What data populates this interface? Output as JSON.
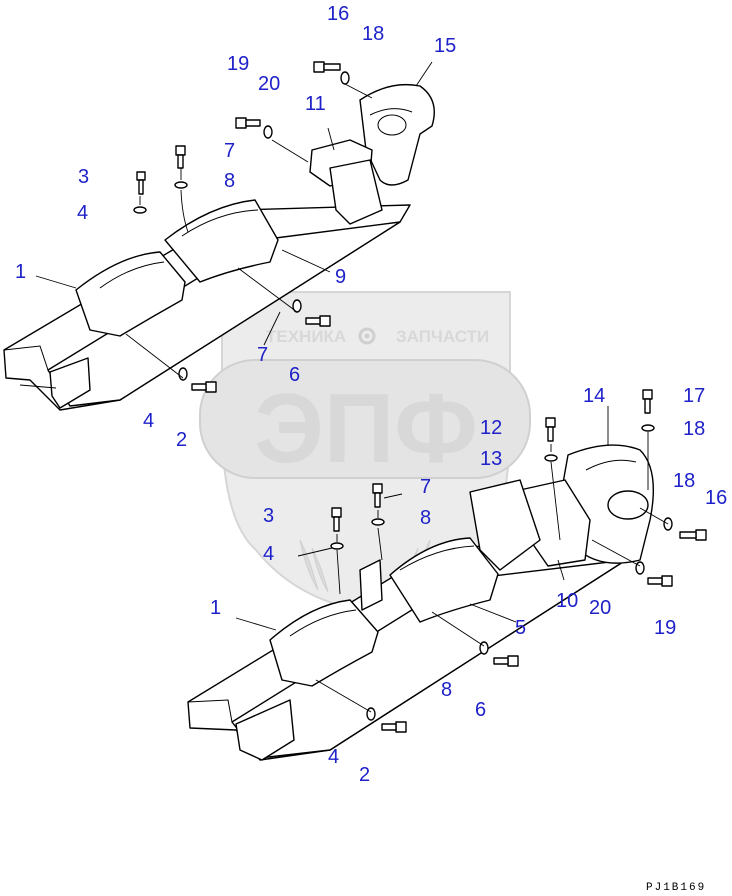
{
  "watermark": {
    "top_text_left": "ТЕХНИКА",
    "top_text_right": "ЗАПЧАСТИ",
    "big_text": "ЭПФ",
    "colors": {
      "fill": "#e2e2e2",
      "text": "#cfcfcf"
    },
    "icon": "gear-icon"
  },
  "drawing_number": "PJ1B169",
  "callout_color": "#1e22c8",
  "top_assembly_callouts": [
    "16",
    "18",
    "15",
    "19",
    "20",
    "11",
    "7",
    "3",
    "8",
    "4",
    "1",
    "9",
    "7",
    "6",
    "4",
    "2"
  ],
  "bottom_assembly_callouts": [
    "14",
    "17",
    "18",
    "12",
    "13",
    "7",
    "3",
    "8",
    "18",
    "16",
    "4",
    "1",
    "10",
    "20",
    "19",
    "5",
    "8",
    "6",
    "4",
    "2"
  ]
}
